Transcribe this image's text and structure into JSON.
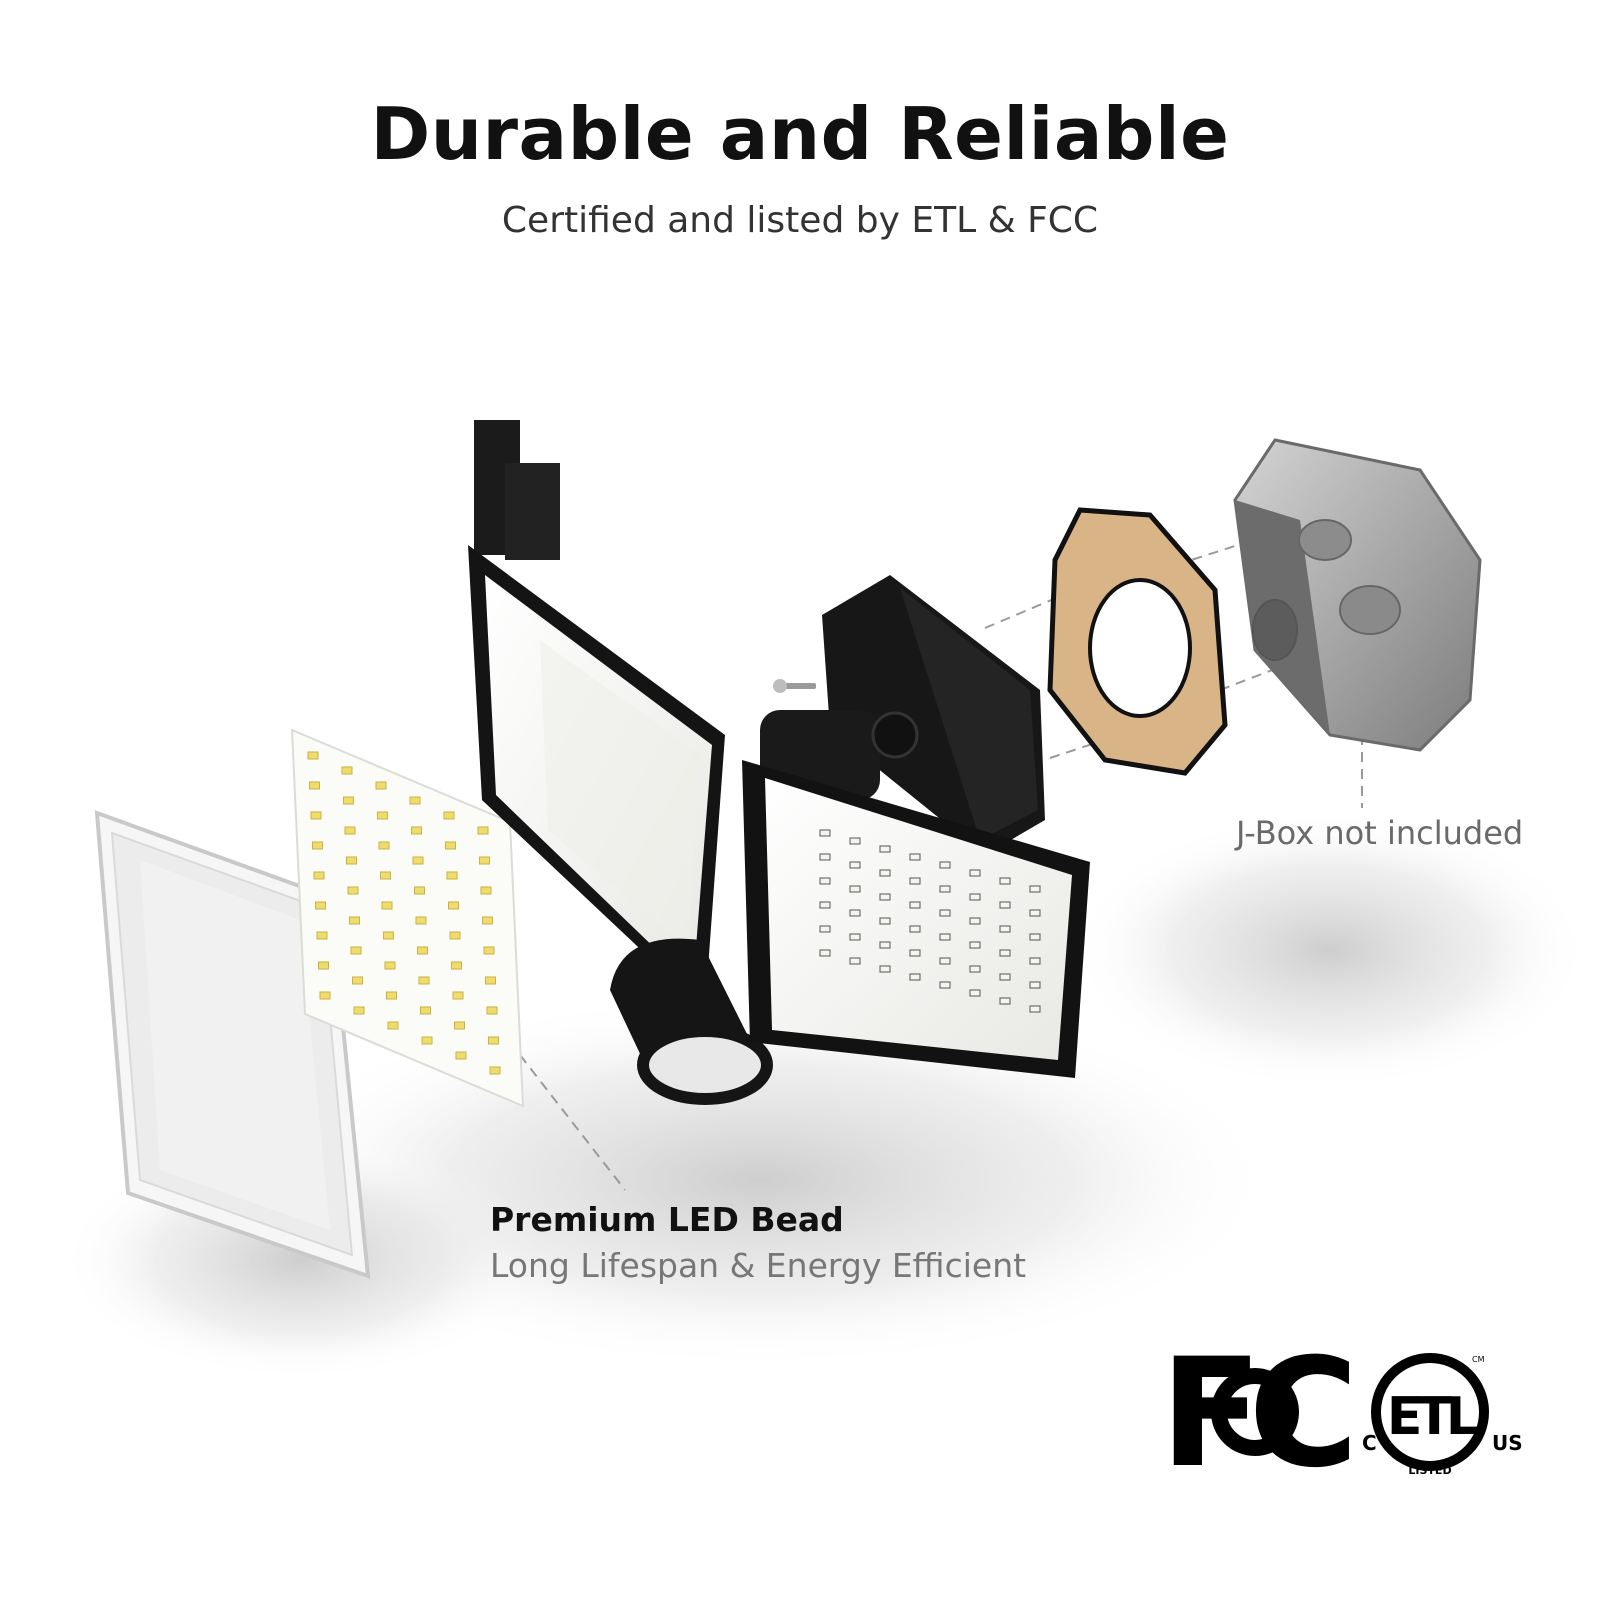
{
  "header": {
    "title": "Durable and Reliable",
    "subtitle": "Certified and listed by ETL & FCC"
  },
  "callouts": {
    "jbox": "J-Box not included",
    "led_title": "Premium LED Bead",
    "led_subtitle": "Long Lifespan & Energy Efficient"
  },
  "certifications": {
    "fcc_logo_text": "FC",
    "etl_logo_text": "ETL",
    "etl_left": "C",
    "etl_right": "US",
    "etl_bottom": "LISTED",
    "etl_mark": "CM"
  },
  "colors": {
    "housing": "#151515",
    "gasket": "#d9b487",
    "led_panel": "#f5f5f0",
    "jbox": "#a4a4a4",
    "dashed_line": "#9a9a9a"
  }
}
